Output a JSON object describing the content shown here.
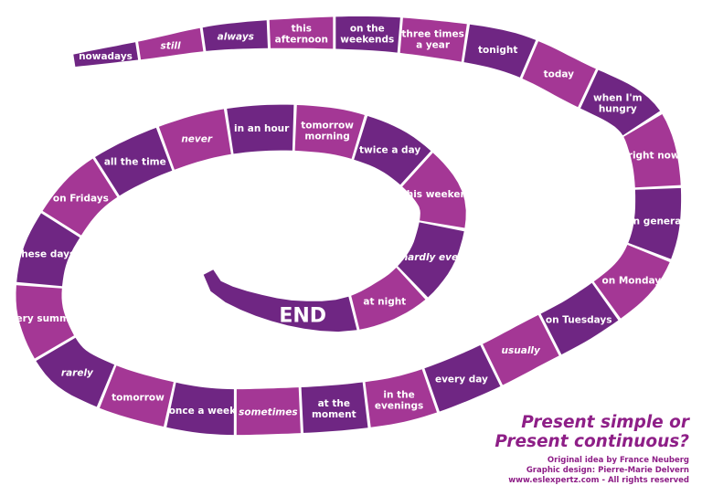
{
  "colors": {
    "light": "#a43795",
    "dark": "#6f2683",
    "text": "#ffffff",
    "title": "#8e1f87"
  },
  "squares": [
    {
      "label": "nowadays"
    },
    {
      "label": "still",
      "italic": true
    },
    {
      "label": "always",
      "italic": true
    },
    {
      "label": "this afternoon"
    },
    {
      "label": "on the weekends"
    },
    {
      "label": "three times a year"
    },
    {
      "label": "tonight"
    },
    {
      "label": "today"
    },
    {
      "label": "when I'm hungry"
    },
    {
      "label": "right now"
    },
    {
      "label": "in general"
    },
    {
      "label": "on Monday"
    },
    {
      "label": "on Tuesdays"
    },
    {
      "label": "usually",
      "italic": true
    },
    {
      "label": "every day"
    },
    {
      "label": "in the evenings"
    },
    {
      "label": "at the moment"
    },
    {
      "label": "sometimes",
      "italic": true
    },
    {
      "label": "once a week"
    },
    {
      "label": "tomorrow"
    },
    {
      "label": "rarely",
      "italic": true
    },
    {
      "label": "every summer"
    },
    {
      "label": "these days"
    },
    {
      "label": "on Fridays"
    },
    {
      "label": "all the time"
    },
    {
      "label": "never",
      "italic": true
    },
    {
      "label": "in an hour"
    },
    {
      "label": "tomorrow morning"
    },
    {
      "label": "twice a day"
    },
    {
      "label": "this weekend"
    },
    {
      "label": "hardly ever",
      "italic": true
    },
    {
      "label": "at night"
    }
  ],
  "end_label": "END",
  "title_line1": "Present simple or",
  "title_line2": "Present continuous?",
  "credit_line1": "Original idea by France Neuberg",
  "credit_line2": "Graphic design: Pierre-Marie Delvern",
  "credit_line3": "www.eslexpertz.com - All rights reserved"
}
